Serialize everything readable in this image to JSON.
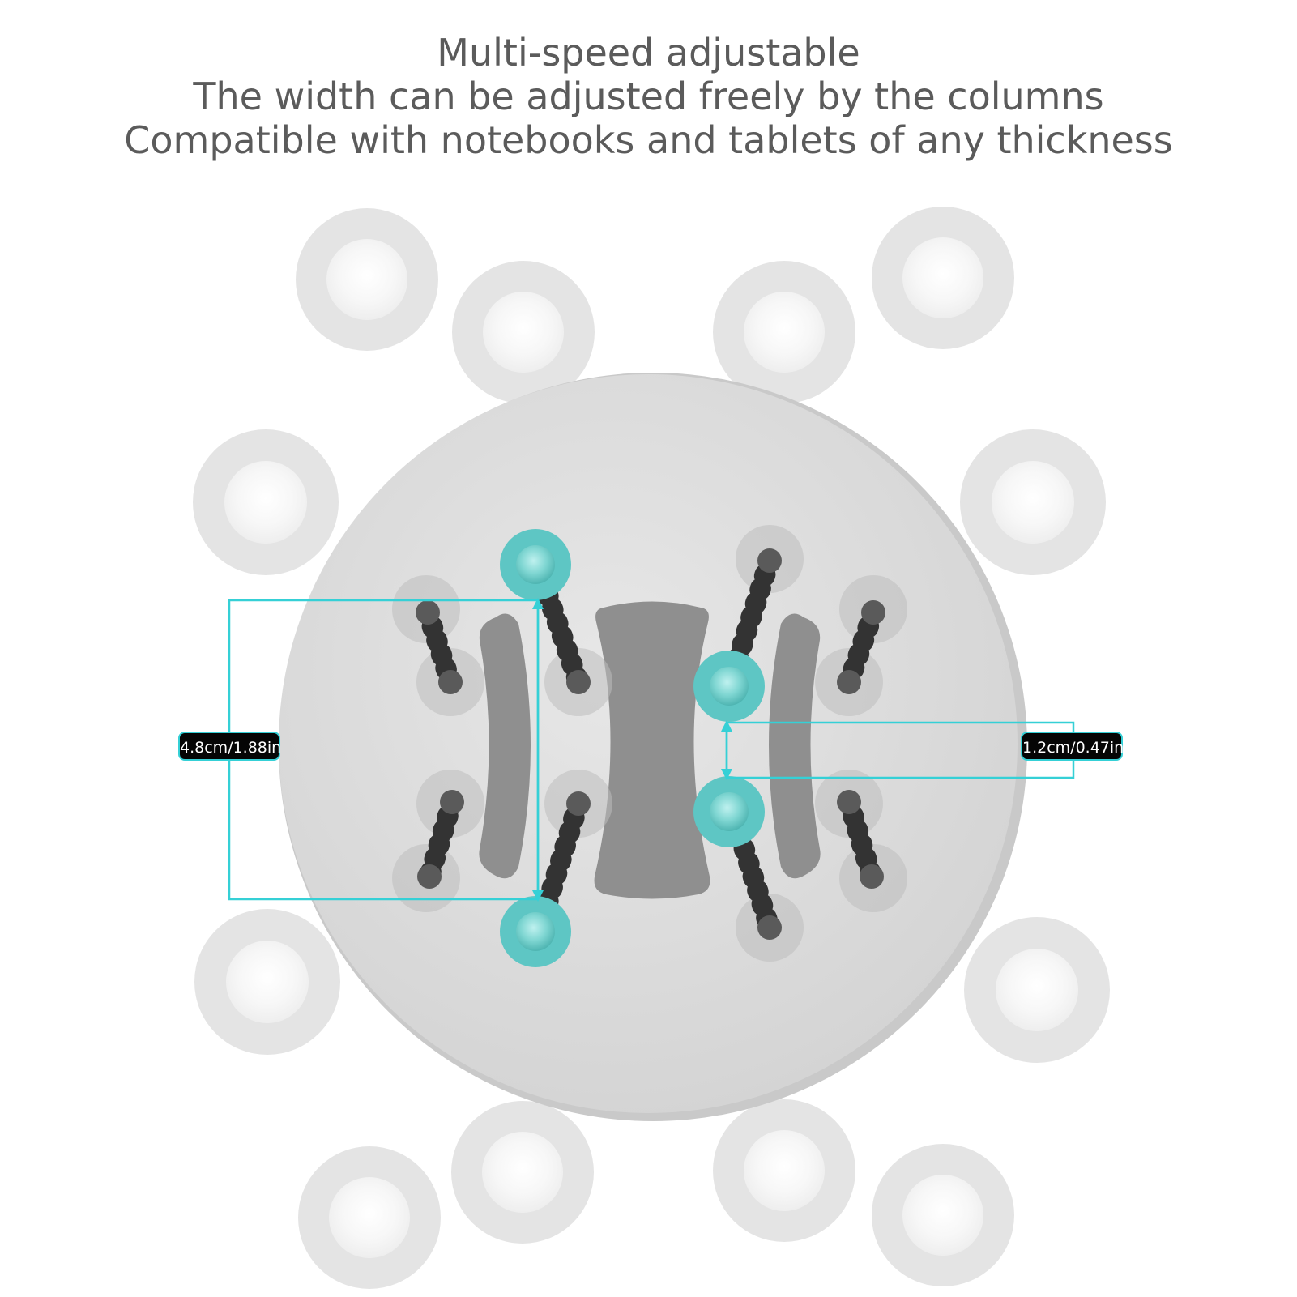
{
  "headline": {
    "line1": "Multi-speed adjustable",
    "line2": "The width can be adjusted freely by the columns",
    "line3": "Compatible with notebooks and tablets of any thickness"
  },
  "dimensions": {
    "left_label": "4.8cm/1.88in",
    "right_label": "1.2cm/0.47in"
  },
  "colors": {
    "accent": "#35d0d6",
    "knob_teal": "#5ec6c4",
    "text_gray": "#5b5b5b",
    "disc_gray": "#dcdcdc"
  }
}
